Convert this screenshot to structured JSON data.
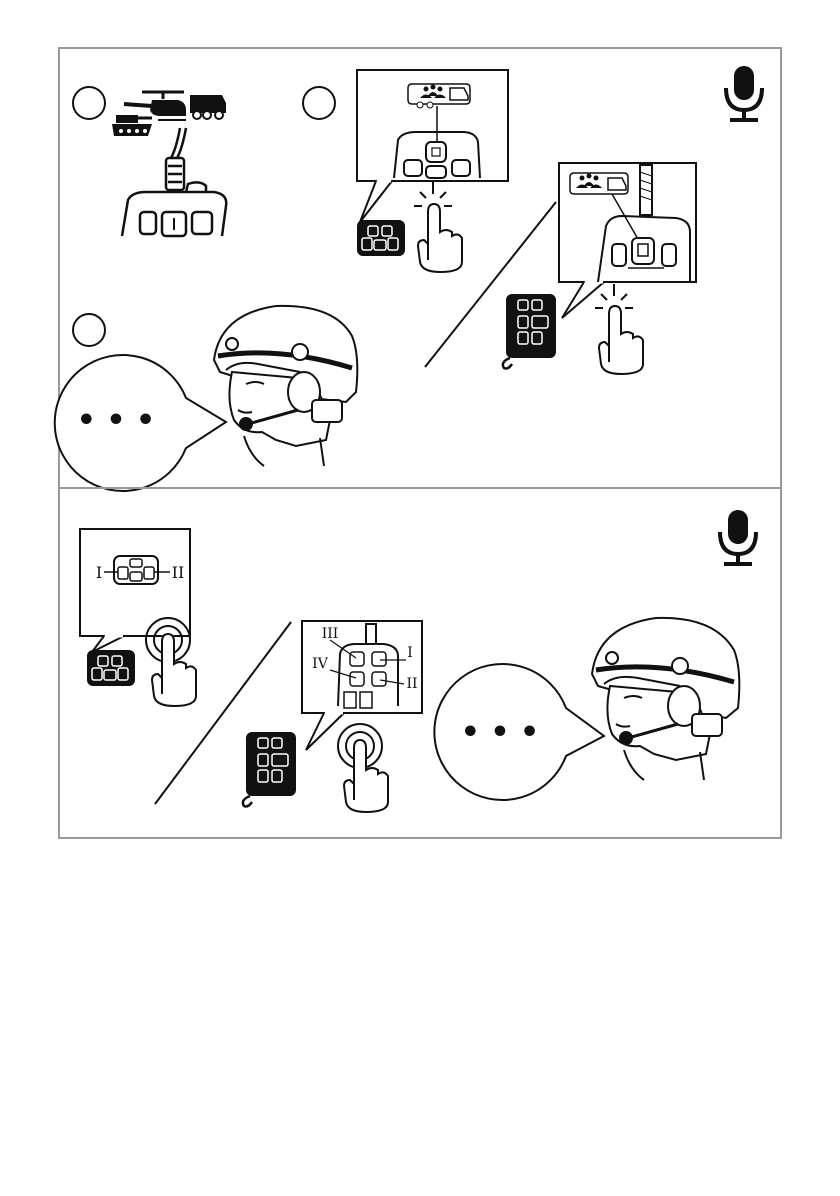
{
  "colors": {
    "ink": "#111111",
    "frame": "#9a9a9a",
    "paper": "#ffffff",
    "skin": "#ffffff"
  },
  "icons": [
    "microphone-icon",
    "helicopter-icon",
    "truck-icon",
    "tank-icon",
    "group-icon",
    "finger-tap-icon",
    "speech-bubble-icon",
    "ptt-remote-icon",
    "helmet-headset-icon"
  ],
  "panel_top": {
    "step_markers": [
      "",
      "",
      ""
    ],
    "speech_text": "• • •"
  },
  "panel_bottom": {
    "channel_labels": {
      "left": "I",
      "right": "II"
    },
    "adapter_labels": {
      "a": "III",
      "b": "I",
      "c": "IV",
      "d": "II"
    },
    "speech_text": "• • •"
  }
}
